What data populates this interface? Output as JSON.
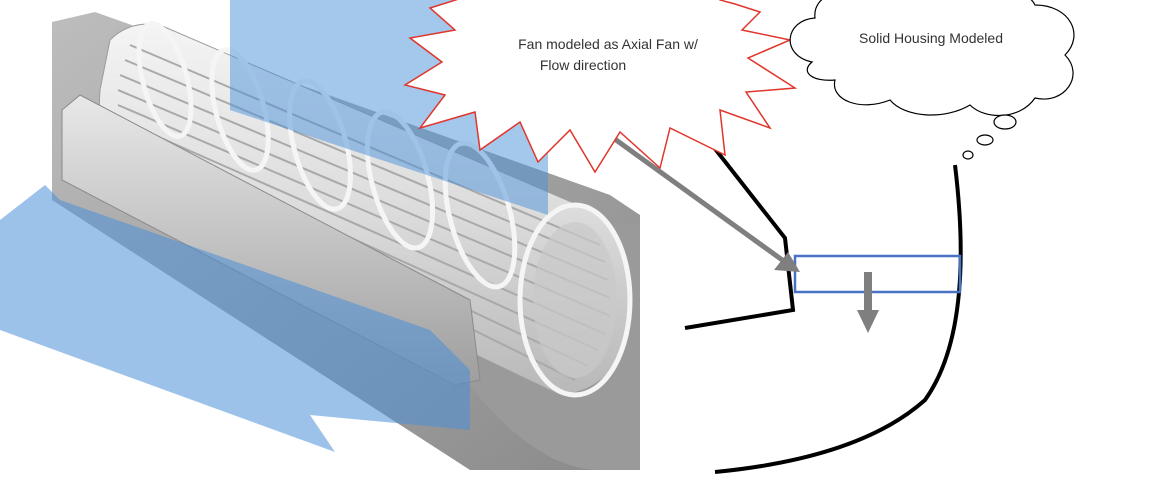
{
  "callouts": {
    "fan_label_line1": "Fan modeled as Axial Fan w/",
    "fan_label_line2": "Flow direction",
    "housing_label": "Solid Housing Modeled"
  },
  "colors": {
    "flow_blue": "#4a90d9",
    "fan_box_stroke": "#4a72c4",
    "burst_stroke": "#e0362c",
    "arrow_gray": "#7f7f7f",
    "housing_line": "#000000"
  }
}
